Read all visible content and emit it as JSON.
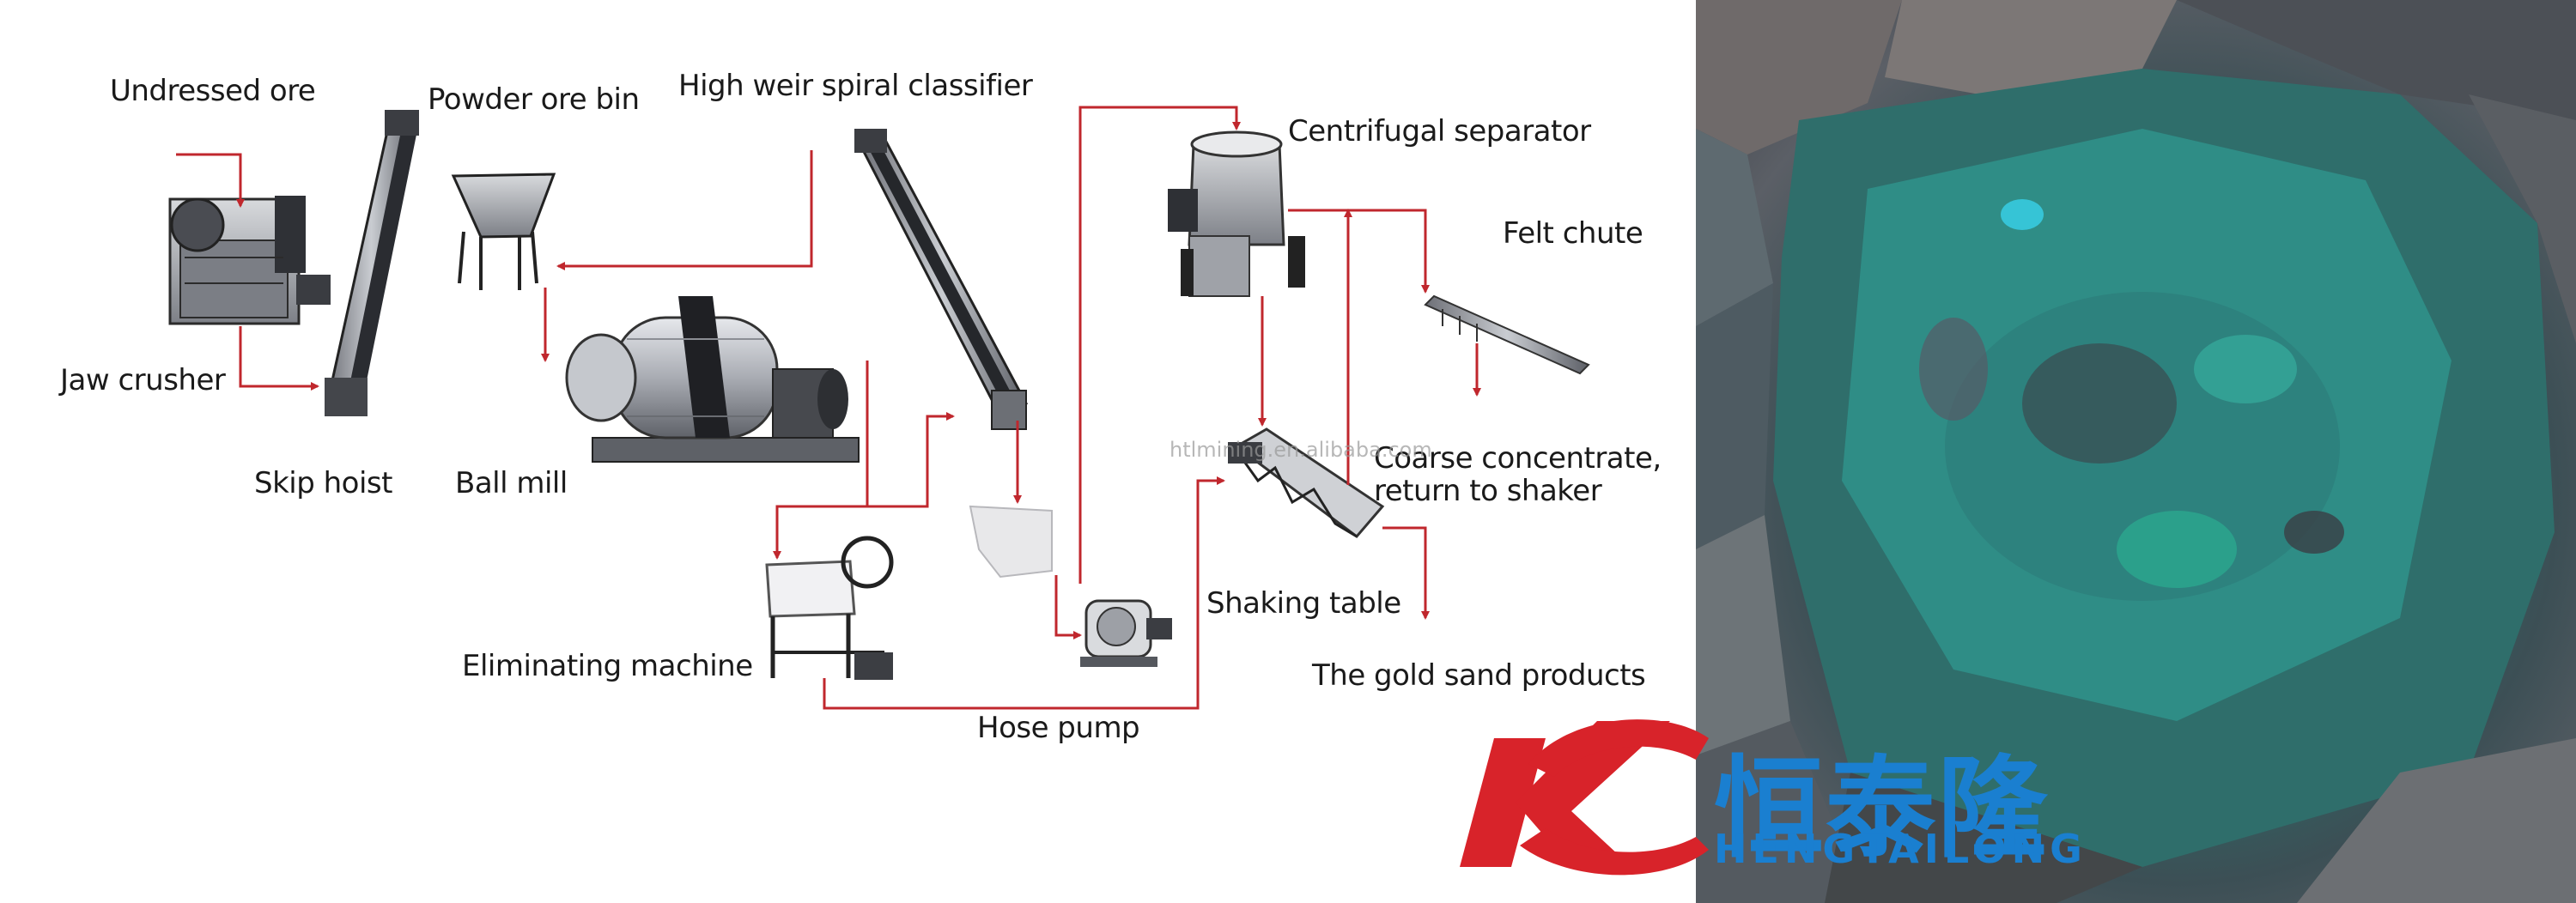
{
  "labels": {
    "undressed_ore": "Undressed ore",
    "powder_ore_bin": "Powder ore bin",
    "high_weir_spiral_classifier": "High weir spiral classifier",
    "centrifugal_separator": "Centrifugal separator",
    "felt_chute": "Felt chute",
    "jaw_crusher": "Jaw crusher",
    "skip_hoist": "Skip hoist",
    "ball_mill": "Ball mill",
    "coarse_concentrate": "Coarse concentrate, return to shaker",
    "shaking_table": "Shaking table",
    "eliminating_machine": "Eliminating machine",
    "hose_pump": "Hose pump",
    "gold_sand_products": "The gold sand products"
  },
  "watermark": "htlmining.en.alibaba.com",
  "logo": {
    "chinese": "恒泰隆",
    "english": "HENGTAILONG",
    "mark": "KC"
  },
  "colors": {
    "arrow": "#c0272d",
    "logo_blue": "#1a7fd0",
    "logo_red": "#d8232a"
  }
}
